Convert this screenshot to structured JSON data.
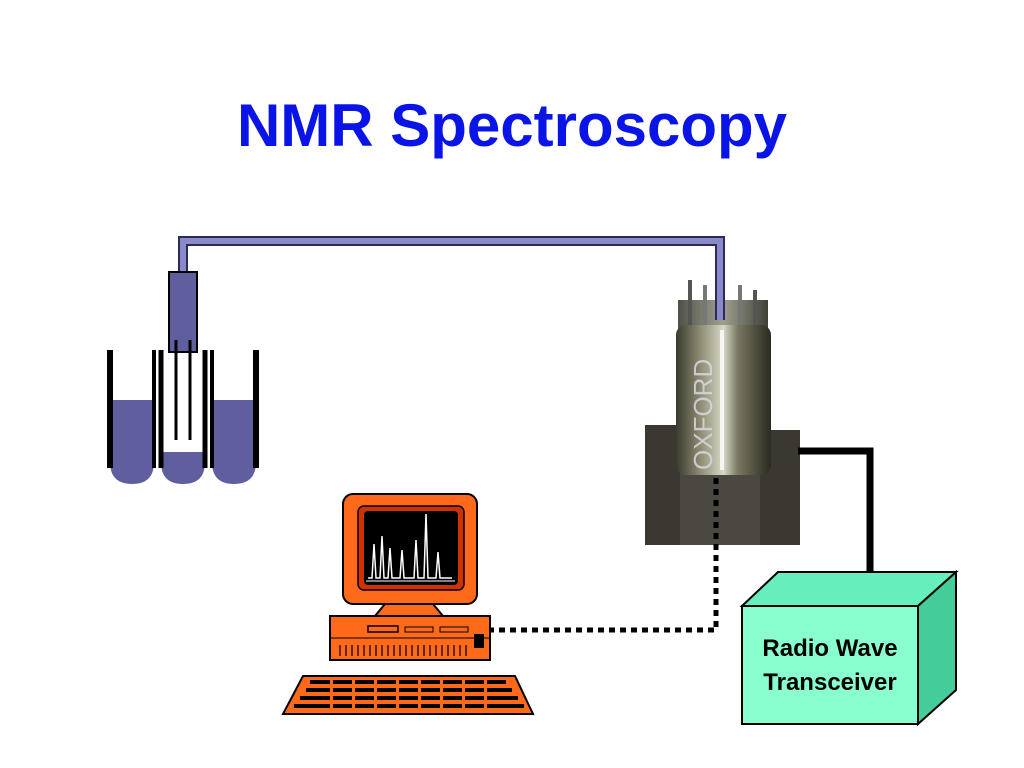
{
  "title": "NMR Spectroscopy",
  "transceiver": {
    "line1": "Radio Wave",
    "line2": "Transceiver"
  },
  "magnet_brand": "OXFORD",
  "colors": {
    "title": "#0a14e6",
    "tube_fill": "#5f5f9f",
    "probe_line": "#8a8ac8",
    "transceiver_front": "#88ffcc",
    "transceiver_side": "#44cc99",
    "computer": "#ff6a1a",
    "screen": "#000000",
    "spectrum": "#ffffff"
  }
}
